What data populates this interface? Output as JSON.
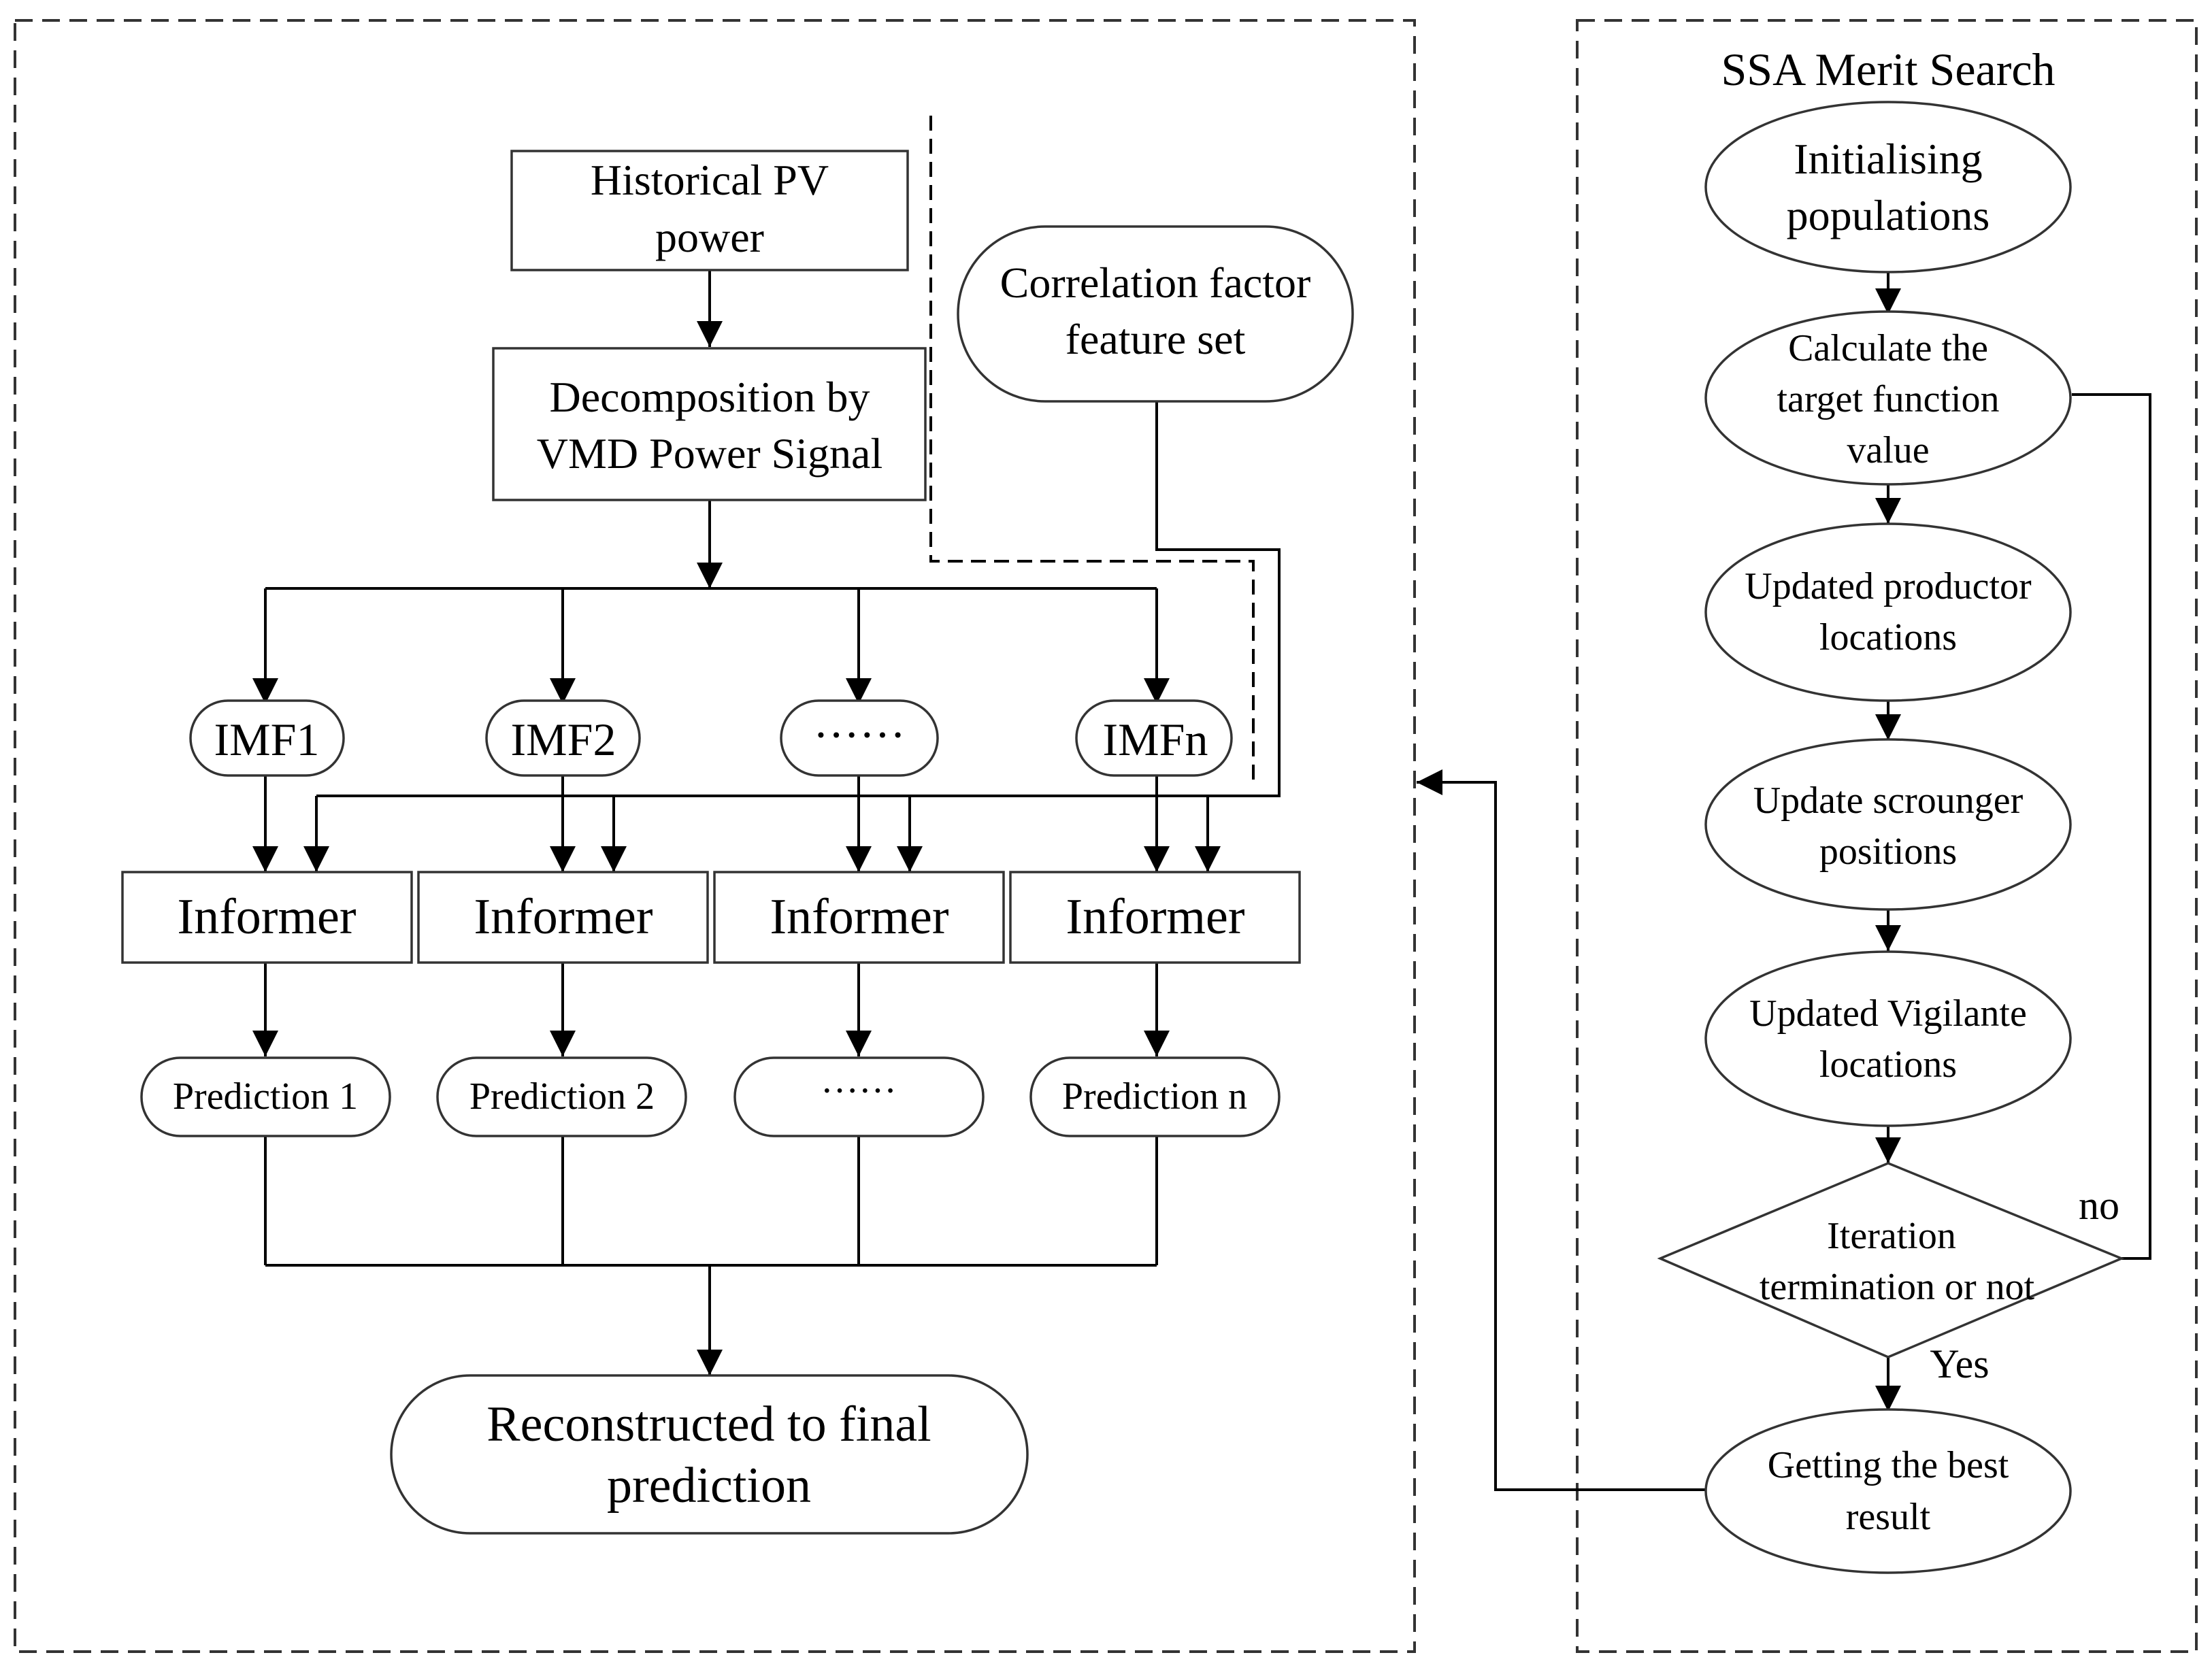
{
  "left_panel": {
    "historical_pv": [
      "Historical PV",
      "power"
    ],
    "decomposition": [
      "Decomposition by",
      "VMD Power Signal"
    ],
    "correlation": [
      "Correlation factor",
      "feature set"
    ],
    "imfs": [
      "IMF1",
      "IMF2",
      "······",
      "IMFn"
    ],
    "informer_label": "Informer",
    "predictions": [
      "Prediction 1",
      "Prediction 2",
      "······",
      "Prediction n"
    ],
    "reconstructed": [
      "Reconstructed to final",
      "prediction"
    ]
  },
  "right_panel": {
    "title": "SSA Merit Search",
    "initialising": [
      "Initialising",
      "populations"
    ],
    "calculate": [
      "Calculate the",
      "target function",
      "value"
    ],
    "producer": [
      "Updated productor",
      "locations"
    ],
    "scrounger": [
      "Update scrounger",
      "positions"
    ],
    "vigilante": [
      "Updated Vigilante",
      "locations"
    ],
    "iteration": [
      "Iteration",
      "termination or not"
    ],
    "no_label": "no",
    "yes_label": "Yes",
    "best_result": [
      "Getting the best",
      "result"
    ]
  }
}
